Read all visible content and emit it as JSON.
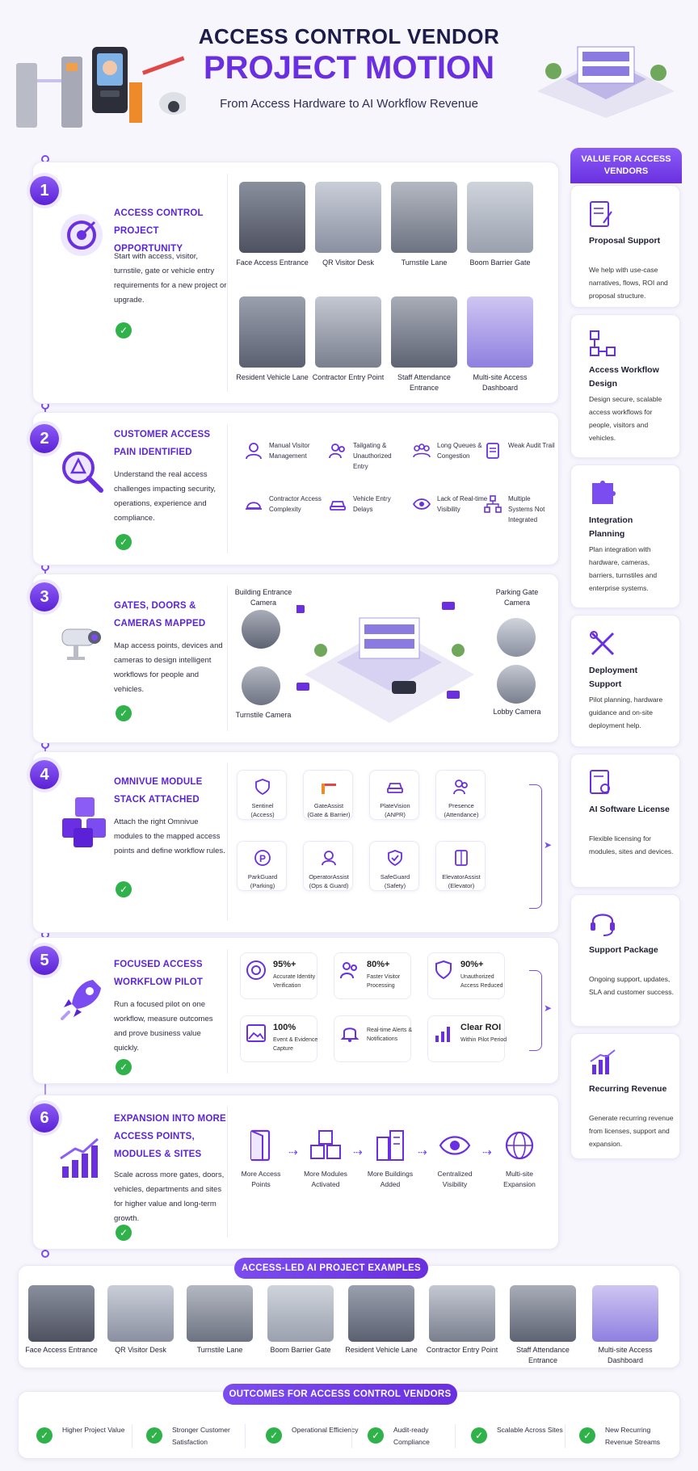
{
  "header": {
    "title_line1": "ACCESS CONTROL VENDOR",
    "title_line2": "PROJECT MOTION",
    "subtitle": "From Access Hardware to AI Workflow Revenue"
  },
  "steps": [
    {
      "num": "1",
      "title": "ACCESS CONTROL PROJECT OPPORTUNITY",
      "desc": "Start with access, visitor, turnstile, gate or vehicle entry requirements for a new project or upgrade.",
      "tiles": [
        "Face Access Entrance",
        "QR Visitor Desk",
        "Turnstile Lane",
        "Boom Barrier Gate",
        "Resident Vehicle Lane",
        "Contractor Entry Point",
        "Staff Attendance Entrance",
        "Multi-site Access Dashboard"
      ]
    },
    {
      "num": "2",
      "title": "CUSTOMER ACCESS PAIN IDENTIFIED",
      "desc": "Understand the real access challenges impacting security, operations, experience and compliance.",
      "pains": [
        "Manual Visitor Management",
        "Tailgating & Unauthorized Entry",
        "Long Queues & Congestion",
        "Weak Audit Trail",
        "Contractor Access Complexity",
        "Vehicle Entry Delays",
        "Lack of Real-time Visibility",
        "Multiple Systems Not Integrated"
      ]
    },
    {
      "num": "3",
      "title": "GATES, DOORS & CAMERAS MAPPED",
      "desc": "Map access points, devices and cameras to design intelligent workflows for people and vehicles.",
      "cameras": [
        "Building Entrance Camera",
        "Parking Gate Camera",
        "Turnstile Camera",
        "Lobby Camera"
      ]
    },
    {
      "num": "4",
      "title": "OMNIVUE MODULE STACK ATTACHED",
      "desc": "Attach the right Omnivue modules to the mapped access points and define workflow rules.",
      "modules": [
        {
          "name": "Sentinel",
          "sub": "(Access)"
        },
        {
          "name": "GateAssist",
          "sub": "(Gate & Barrier)"
        },
        {
          "name": "PlateVision",
          "sub": "(ANPR)"
        },
        {
          "name": "Presence",
          "sub": "(Attendance)"
        },
        {
          "name": "ParkGuard",
          "sub": "(Parking)"
        },
        {
          "name": "OperatorAssist",
          "sub": "(Ops & Guard)"
        },
        {
          "name": "SafeGuard",
          "sub": "(Safety)"
        },
        {
          "name": "ElevatorAssist",
          "sub": "(Elevator)"
        }
      ]
    },
    {
      "num": "5",
      "title": "FOCUSED ACCESS WORKFLOW PILOT",
      "desc": "Run a focused pilot on one workflow, measure outcomes and prove business value quickly.",
      "metrics": [
        {
          "value": "95%+",
          "label": "Accurate Identity Verification"
        },
        {
          "value": "80%+",
          "label": "Faster Visitor Processing"
        },
        {
          "value": "90%+",
          "label": "Unauthorized Access Reduced"
        },
        {
          "value": "100%",
          "label": "Event & Evidence Capture"
        },
        {
          "value": "",
          "label": "Real-time Alerts & Notifications"
        },
        {
          "value": "Clear ROI",
          "label": "Within Pilot Period"
        }
      ]
    },
    {
      "num": "6",
      "title": "EXPANSION INTO MORE ACCESS POINTS, MODULES & SITES",
      "desc": "Scale across more gates, doors, vehicles, departments and sites for higher value and long-term growth.",
      "flow": [
        "More Access Points",
        "More Modules Activated",
        "More Buildings Added",
        "Centralized Visibility",
        "Multi-site Expansion"
      ]
    }
  ],
  "value": {
    "heading": "VALUE FOR ACCESS VENDORS",
    "cards": [
      {
        "title": "Proposal Support",
        "desc": "We help with use-case narratives, flows, ROI and proposal structure."
      },
      {
        "title": "Access Workflow Design",
        "desc": "Design secure, scalable access workflows for people, visitors and vehicles."
      },
      {
        "title": "Integration Planning",
        "desc": "Plan integration with hardware, cameras, barriers, turnstiles and enterprise systems."
      },
      {
        "title": "Deployment Support",
        "desc": "Pilot planning, hardware guidance and on-site deployment help."
      },
      {
        "title": "AI Software License",
        "desc": "Flexible licensing for modules, sites and devices."
      },
      {
        "title": "Support Package",
        "desc": "Ongoing support, updates, SLA and customer success."
      },
      {
        "title": "Recurring Revenue",
        "desc": "Generate recurring revenue from licenses, support and expansion."
      }
    ]
  },
  "examples": {
    "heading": "ACCESS-LED AI PROJECT EXAMPLES",
    "items": [
      "Face Access Entrance",
      "QR Visitor Desk",
      "Turnstile Lane",
      "Boom Barrier Gate",
      "Resident Vehicle Lane",
      "Contractor Entry Point",
      "Staff Attendance Entrance",
      "Multi-site Access Dashboard"
    ]
  },
  "outcomes": {
    "heading": "OUTCOMES FOR ACCESS CONTROL VENDORS",
    "items": [
      "Higher Project Value",
      "Stronger Customer Satisfaction",
      "Operational Efficiency",
      "Audit-ready Compliance",
      "Scalable Across Sites",
      "New Recurring Revenue Streams"
    ]
  },
  "colors": {
    "accent": "#6a2fe0",
    "check": "#2fb24a"
  }
}
